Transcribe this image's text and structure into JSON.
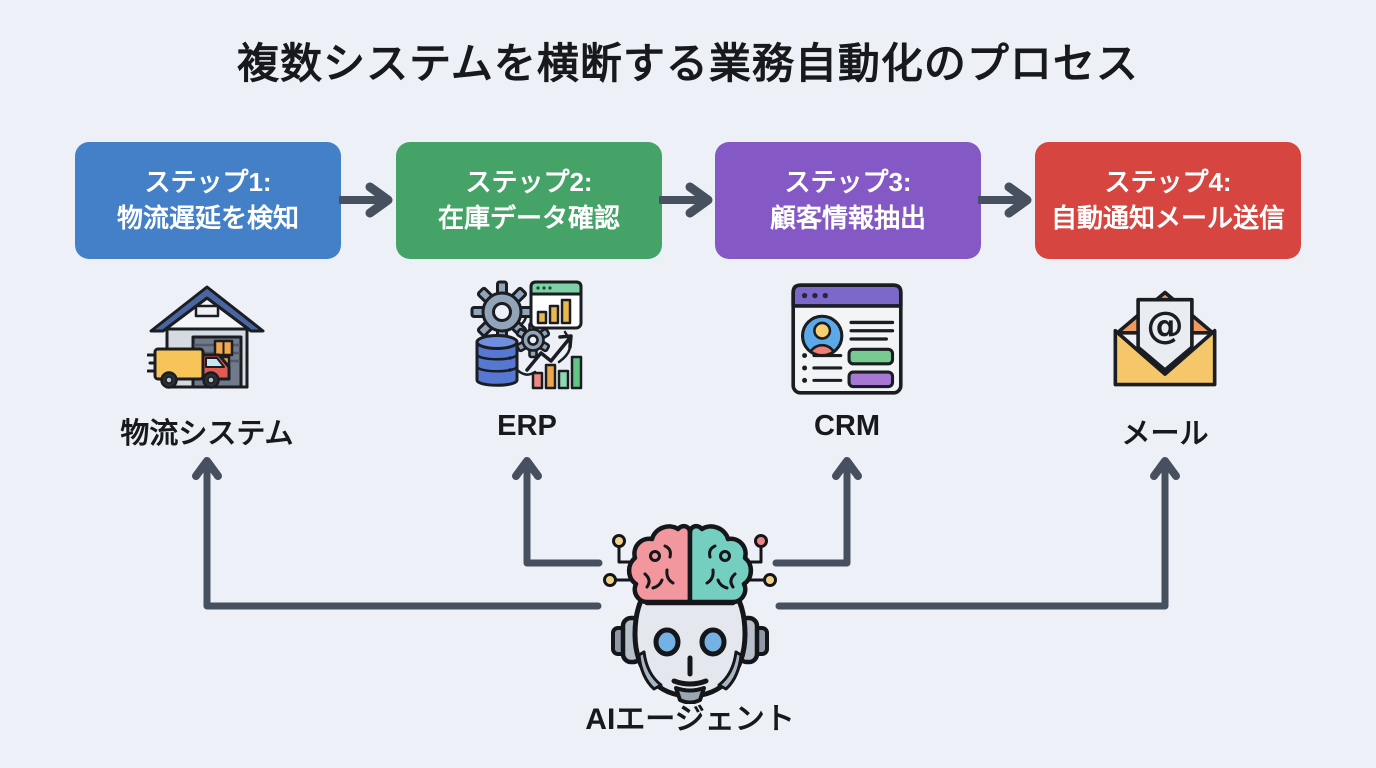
{
  "title": "複数システムを横断する業務自動化のプロセス",
  "steps": [
    {
      "line1": "ステップ1:",
      "line2": "物流遅延を検知",
      "color": "#4480c8"
    },
    {
      "line1": "ステップ2:",
      "line2": "在庫データ確認",
      "color": "#46a368"
    },
    {
      "line1": "ステップ3:",
      "line2": "顧客情報抽出",
      "color": "#8459c6"
    },
    {
      "line1": "ステップ4:",
      "line2": "自動通知メール送信",
      "color": "#d6453f"
    }
  ],
  "systems": [
    {
      "label": "物流システム",
      "icon": "warehouse-truck-icon"
    },
    {
      "label": "ERP",
      "icon": "erp-gears-database-icon"
    },
    {
      "label": "CRM",
      "icon": "crm-browser-icon"
    },
    {
      "label": "メール",
      "icon": "email-envelope-icon"
    }
  ],
  "agent": {
    "label": "AIエージェント",
    "icon": "ai-robot-brain-icon"
  },
  "icons": {
    "mail_at_symbol": "@"
  },
  "colors": {
    "background": "#edf1f7",
    "connector": "#47505e",
    "title_text": "#17191d",
    "step_text": "#ffffff"
  }
}
